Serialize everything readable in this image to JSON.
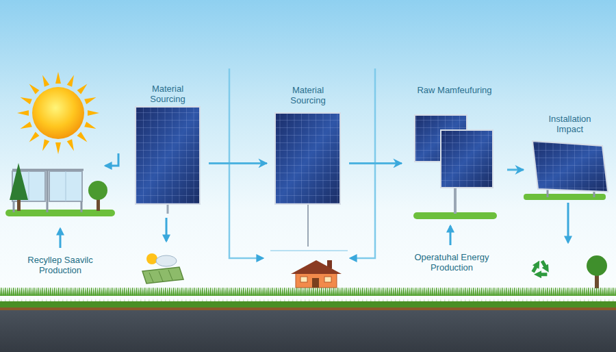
{
  "diagram": {
    "nodes": [
      {
        "text": [
          "Material Sourcing"
        ]
      },
      {
        "text": [
          "Material Sourcing"
        ]
      },
      {
        "text": [
          "Raw Mamfeufuring"
        ]
      },
      {
        "text": [
          "Installation Impact"
        ]
      }
    ],
    "edges": [
      {
        "from": 0,
        "to": 1,
        "arrow": "to"
      },
      {
        "from": 1,
        "to": 2,
        "arrow": "to"
      },
      {
        "from": 2,
        "to": 3,
        "arrow": "to"
      }
    ],
    "labels": [
      "Recyllep Saavilc Production",
      "Operatuhal Energy Production"
    ]
  }
}
